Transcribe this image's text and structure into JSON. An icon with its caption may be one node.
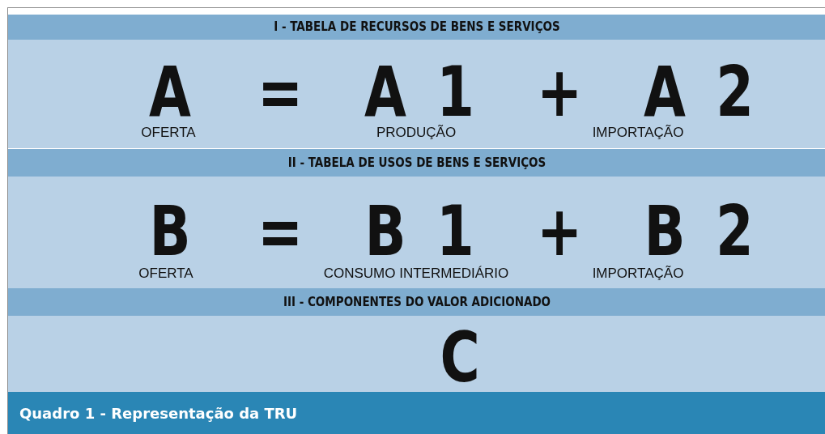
{
  "diagram": {
    "caption": "Quadro 1 - Representação da TRU",
    "nodes": [
      {
        "text": [
          "I - TABELA DE RECURSOS DE BENS E SERVIÇOS",
          "A",
          "OFERTA",
          "=",
          "A 1",
          "PRODUÇÃO",
          "+",
          "A 2",
          "IMPORTAÇÃO"
        ]
      },
      {
        "text": [
          "II - TABELA DE USOS DE BENS E SERVIÇOS",
          "B",
          "OFERTA",
          "=",
          "B 1",
          "CONSUMO INTERMEDIÁRIO",
          "+",
          "B 2",
          "IMPORTAÇÃO"
        ]
      },
      {
        "text": [
          "III - COMPONENTES DO VALOR ADICIONADO",
          "C"
        ]
      }
    ]
  }
}
